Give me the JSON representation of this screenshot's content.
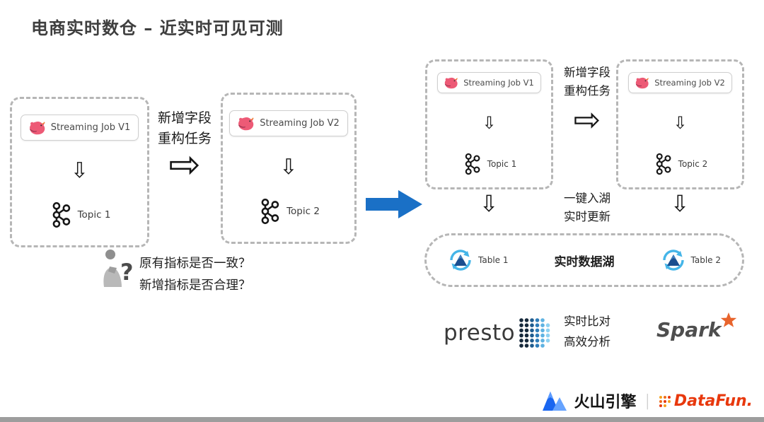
{
  "title": "电商实时数仓 – 近实时可见可测",
  "icons": {
    "down_arrow": "⇩",
    "right_arrow": "⇨",
    "question_mark": "?"
  },
  "left_panel": {
    "box_v1": {
      "job_label": "Streaming Job V1",
      "topic_label": "Topic 1"
    },
    "rebuild_note": {
      "line1": "新增字段",
      "line2": "重构任务"
    },
    "box_v2": {
      "job_label": "Streaming Job V2",
      "topic_label": "Topic 2"
    },
    "question_note": {
      "line1": "原有指标是否一致？",
      "line2": "新增指标是否合理？"
    }
  },
  "right_panel": {
    "box_v1": {
      "job_label": "Streaming Job V1",
      "topic_label": "Topic 1"
    },
    "rebuild_note": {
      "line1": "新增字段",
      "line2": "重构任务"
    },
    "box_v2": {
      "job_label": "Streaming Job V2",
      "topic_label": "Topic 2"
    },
    "ingest_note": {
      "line1": "一键入湖",
      "line2": "实时更新"
    },
    "lake_box": {
      "table1_label": "Table 1",
      "lake_label": "实时数据湖",
      "table2_label": "Table 2"
    }
  },
  "analysis_row": {
    "presto_label": "presto",
    "note": {
      "line1": "实时比对",
      "line2": "高效分析"
    },
    "spark_label": "Spark"
  },
  "footer": {
    "volcengine_label": "火山引擎",
    "divider": "|",
    "datafun_label": "DataFun."
  }
}
